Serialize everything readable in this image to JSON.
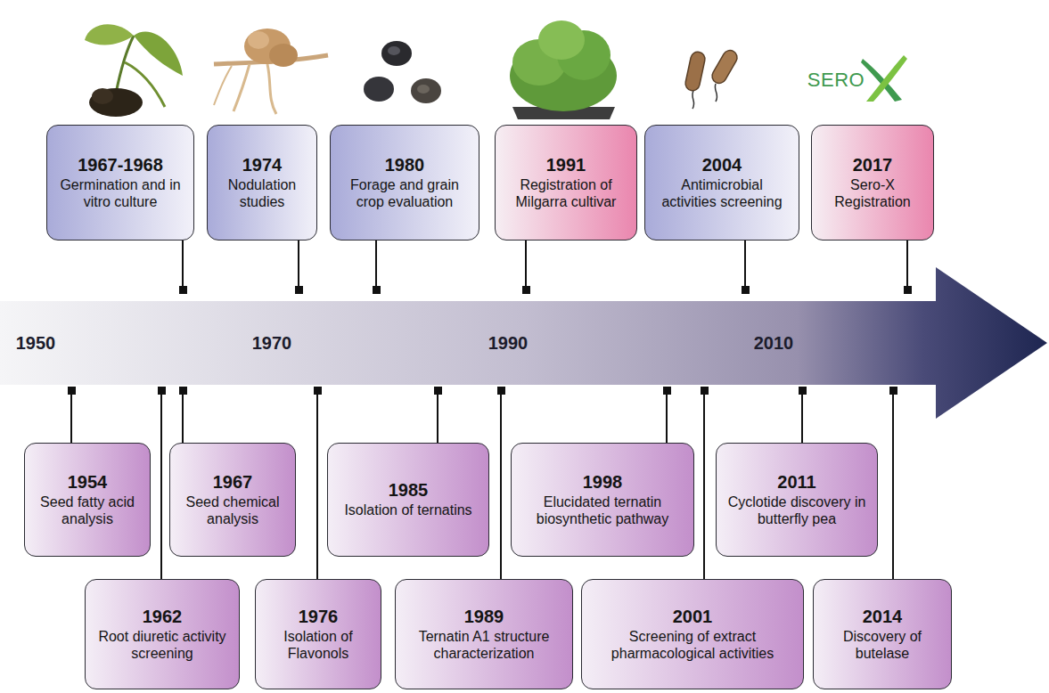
{
  "diagram": {
    "nodes": [
      {
        "text": [
          "1967-1968",
          "Germination and in vitro culture"
        ]
      },
      {
        "text": [
          "1974",
          "Nodulation studies"
        ]
      },
      {
        "text": [
          "1980",
          "Forage and grain crop evaluation"
        ]
      },
      {
        "text": [
          "1991",
          "Registration of Milgarra cultivar"
        ]
      },
      {
        "text": [
          "2004",
          "Antimicrobial activities screening"
        ]
      },
      {
        "text": [
          "2017",
          "Sero-X Registration"
        ]
      },
      {
        "text": [
          "1954",
          "Seed fatty acid analysis"
        ]
      },
      {
        "text": [
          "1962",
          "Root diuretic activity screening"
        ]
      },
      {
        "text": [
          "1967",
          "Seed chemical analysis"
        ]
      },
      {
        "text": [
          "1976",
          "Isolation of Flavonols"
        ]
      },
      {
        "text": [
          "1985",
          "Isolation of ternatins"
        ]
      },
      {
        "text": [
          "1989",
          "Ternatin A1 structure characterization"
        ]
      },
      {
        "text": [
          "1998",
          "Elucidated ternatin biosynthetic pathway"
        ]
      },
      {
        "text": [
          "2001",
          "Screening of extract pharmacological activities"
        ]
      },
      {
        "text": [
          "2011",
          "Cyclotide discovery in butterfly pea"
        ]
      },
      {
        "text": [
          "2014",
          "Discovery of butelase"
        ]
      }
    ],
    "labels": [
      "1950",
      "1970",
      "1990",
      "2010",
      "SERO"
    ]
  }
}
